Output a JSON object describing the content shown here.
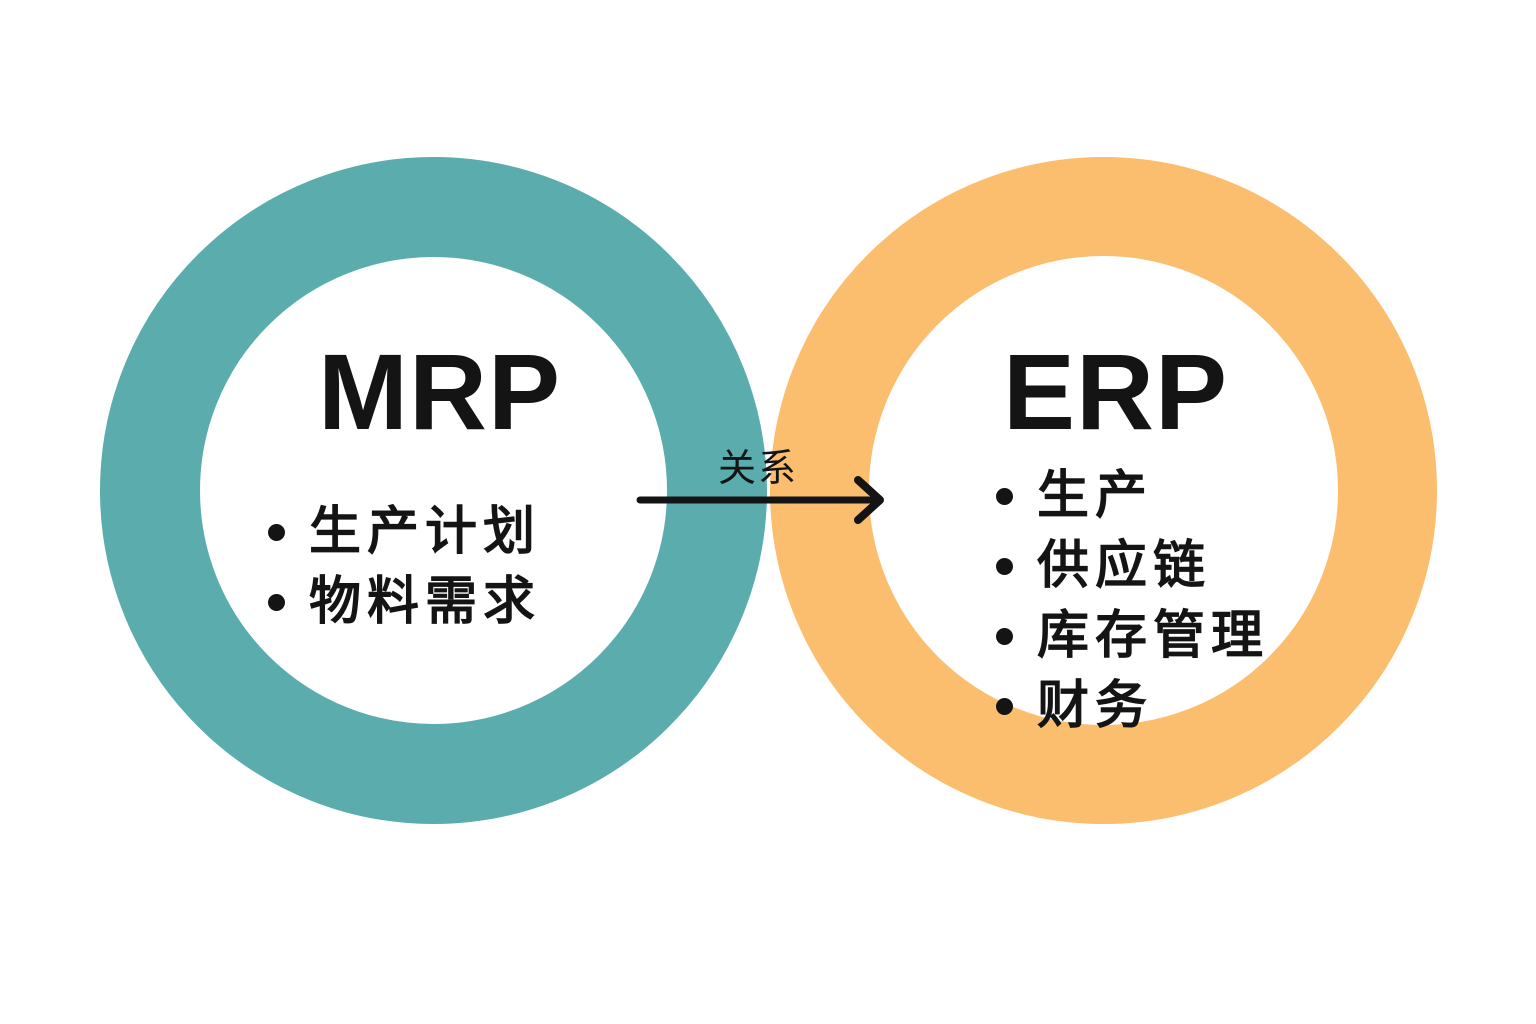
{
  "diagram": {
    "left_circle": {
      "title": "MRP",
      "color": "#5aacad",
      "items": [
        "生产计划",
        "物料需求"
      ]
    },
    "right_circle": {
      "title": "ERP",
      "color": "#fbbd6e",
      "items": [
        "生产",
        "供应链",
        "库存管理",
        "财务"
      ]
    },
    "connector": {
      "label": "关系",
      "direction": "MRP → ERP"
    }
  }
}
